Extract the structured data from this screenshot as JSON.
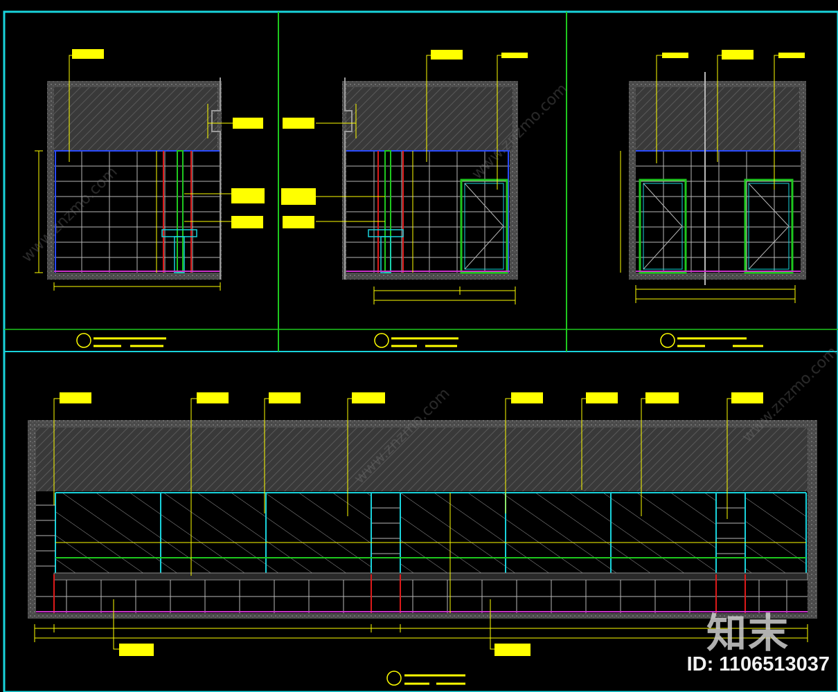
{
  "drawing": {
    "colors": {
      "background": "#000000",
      "frame": "#19d3dc",
      "divider": "#1ec81e",
      "ceiling_fill": "#3b3b3b",
      "wall_outline": "#7a7a7a",
      "tile_grid": "#b8b8b8",
      "leader": "#ffff00",
      "dimension": "#ffff00",
      "glass": "#19d3dc",
      "door": "#1ec81e",
      "pipe": "#dd1a1a",
      "partition": "#2a4bff",
      "skirting": "#cc33cc"
    },
    "views": [
      {
        "id": "elev-a",
        "type": "elevation"
      },
      {
        "id": "elev-b",
        "type": "elevation"
      },
      {
        "id": "elev-c",
        "type": "elevation"
      },
      {
        "id": "elev-d",
        "type": "elevation"
      }
    ]
  },
  "watermark": {
    "logo": "知末",
    "id_text": "ID: 1106513037",
    "diagonal_text": "www.znzmo.com"
  }
}
